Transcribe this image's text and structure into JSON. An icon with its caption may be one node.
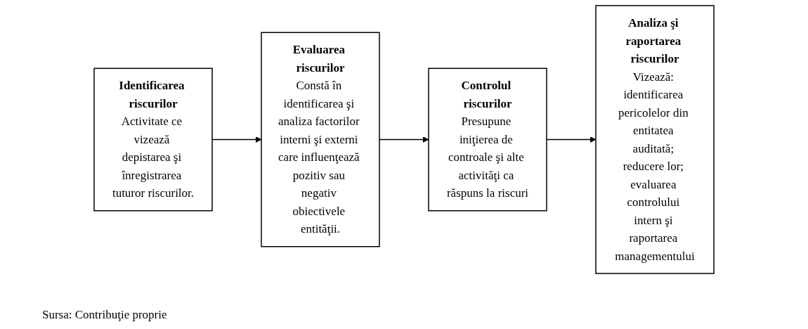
{
  "diagram": {
    "caption": "Sursa: Contribuţie proprie",
    "nodes": [
      {
        "text": [
          "Identificarea riscurilor",
          "Activitate ce vizează depistarea şi înregistrarea tuturor riscurilor."
        ]
      },
      {
        "text": [
          "Evaluarea riscurilor",
          "Constă în identificarea şi analiza factorilor interni şi externi care influenţează pozitiv sau negativ obiectivele entităţii."
        ]
      },
      {
        "text": [
          "Controlul riscurilor",
          "Presupune iniţierea de controale şi alte activităţi ca răspuns la riscuri"
        ]
      },
      {
        "text": [
          "Analiza şi raportarea riscurilor",
          "Vizează: identificarea pericolelor din entitatea auditată; reducere lor; evaluarea controlului intern şi raportarea managementului"
        ]
      }
    ],
    "edges": [
      {
        "from": 0,
        "to": 1,
        "arrow": "to"
      },
      {
        "from": 1,
        "to": 2,
        "arrow": "to"
      },
      {
        "from": 2,
        "to": 3,
        "arrow": "to"
      }
    ]
  }
}
